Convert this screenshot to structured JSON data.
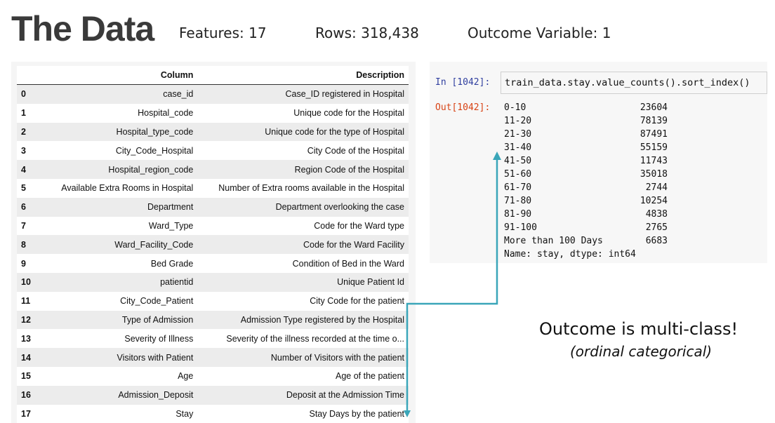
{
  "header": {
    "title": "The Data",
    "features": "Features: 17",
    "rows": "Rows: 318,438",
    "outcome": "Outcome Variable: 1"
  },
  "table": {
    "columns": [
      "",
      "Column",
      "Description"
    ],
    "rows": [
      {
        "idx": "0",
        "column": "case_id",
        "description": "Case_ID registered in Hospital"
      },
      {
        "idx": "1",
        "column": "Hospital_code",
        "description": "Unique code for the Hospital"
      },
      {
        "idx": "2",
        "column": "Hospital_type_code",
        "description": "Unique code for the type of Hospital"
      },
      {
        "idx": "3",
        "column": "City_Code_Hospital",
        "description": "City Code of the Hospital"
      },
      {
        "idx": "4",
        "column": "Hospital_region_code",
        "description": "Region Code of the Hospital"
      },
      {
        "idx": "5",
        "column": "Available Extra Rooms in Hospital",
        "description": "Number of Extra rooms available in the Hospital"
      },
      {
        "idx": "6",
        "column": "Department",
        "description": "Department overlooking the case"
      },
      {
        "idx": "7",
        "column": "Ward_Type",
        "description": "Code for the Ward type"
      },
      {
        "idx": "8",
        "column": "Ward_Facility_Code",
        "description": "Code for the Ward Facility"
      },
      {
        "idx": "9",
        "column": "Bed Grade",
        "description": "Condition of Bed in the Ward"
      },
      {
        "idx": "10",
        "column": "patientid",
        "description": "Unique Patient Id"
      },
      {
        "idx": "11",
        "column": "City_Code_Patient",
        "description": "City Code for the patient"
      },
      {
        "idx": "12",
        "column": "Type of Admission",
        "description": "Admission Type registered by the Hospital"
      },
      {
        "idx": "13",
        "column": "Severity of Illness",
        "description": "Severity of the illness recorded at the time o..."
      },
      {
        "idx": "14",
        "column": "Visitors with Patient",
        "description": "Number of Visitors with the patient"
      },
      {
        "idx": "15",
        "column": "Age",
        "description": "Age of the patient"
      },
      {
        "idx": "16",
        "column": "Admission_Deposit",
        "description": "Deposit at the Admission Time"
      },
      {
        "idx": "17",
        "column": "Stay",
        "description": "Stay Days by the patient"
      }
    ]
  },
  "notebook": {
    "in_prompt": "In [1042]:",
    "code": "train_data.stay.value_counts().sort_index()",
    "out_prompt": "Out[1042]:",
    "output": [
      {
        "key": "0-10",
        "value": "23604"
      },
      {
        "key": "11-20",
        "value": "78139"
      },
      {
        "key": "21-30",
        "value": "87491"
      },
      {
        "key": "31-40",
        "value": "55159"
      },
      {
        "key": "41-50",
        "value": "11743"
      },
      {
        "key": "51-60",
        "value": "35018"
      },
      {
        "key": "61-70",
        "value": "2744"
      },
      {
        "key": "71-80",
        "value": "10254"
      },
      {
        "key": "81-90",
        "value": "4838"
      },
      {
        "key": "91-100",
        "value": "2765"
      },
      {
        "key": "More than 100 Days",
        "value": "6683"
      }
    ],
    "footer": "Name: stay, dtype: int64"
  },
  "notes": {
    "main": "Outcome is multi-class!",
    "sub": "(ordinal categorical)"
  },
  "colors": {
    "arrow": "#3aa6b9",
    "in_prompt": "#303f9f",
    "out_prompt": "#d84315"
  }
}
